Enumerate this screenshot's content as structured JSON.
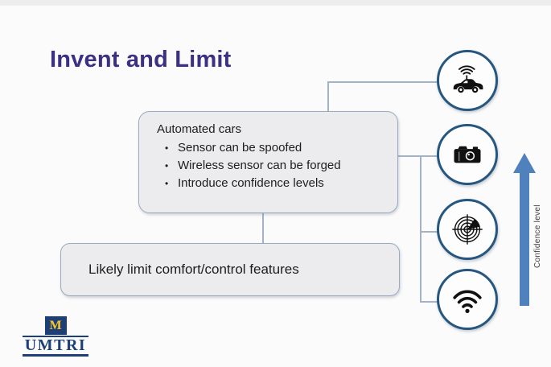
{
  "slide": {
    "title": "Invent and Limit"
  },
  "boxes": {
    "automated_cars": {
      "heading": "Automated cars",
      "bullet_char": "•",
      "bullets": [
        "Sensor can be spoofed",
        "Wireless sensor can be forged",
        "Introduce confidence levels"
      ]
    },
    "limit": {
      "label": "Likely limit comfort/control features"
    }
  },
  "sensors": [
    {
      "icon": "connected-car-icon"
    },
    {
      "icon": "camera-icon"
    },
    {
      "icon": "radar-icon"
    },
    {
      "icon": "wifi-icon"
    }
  ],
  "arrow": {
    "label": "Confidence level",
    "color": "#4f81bd"
  },
  "logo": {
    "letter": "M",
    "text": "UMTRI"
  },
  "colors": {
    "title": "#3b3084",
    "background": "#fbfbfb",
    "box_fill": "#ececee",
    "box_border": "#9aabbf",
    "circle_border": "#27567f",
    "connector": "#a3b2c6",
    "navy": "#1c3f77",
    "maize": "#fdc722",
    "icon": "#111111"
  }
}
